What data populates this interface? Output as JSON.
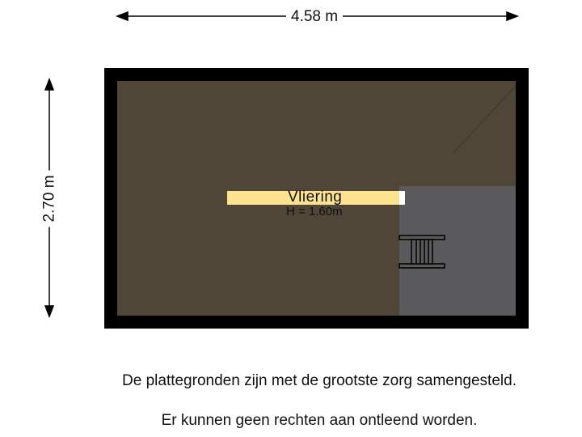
{
  "dimensions": {
    "width_label": "4.58 m",
    "height_label": "2.70 m"
  },
  "room": {
    "name": "Vliering",
    "height": "H = 1.60m"
  },
  "disclaimer": {
    "line1": "De plattegronden zijn met de grootste zorg samengesteld.",
    "line2": "Er kunnen geen rechten aan ontleend worden."
  },
  "colors": {
    "wall": "#000000",
    "floor": "#4f4638",
    "stair_area": "#5a5a5c",
    "label_highlight": "#fde38f"
  },
  "icons": [
    "stair-ladder-icon",
    "dimension-arrow-icon"
  ]
}
